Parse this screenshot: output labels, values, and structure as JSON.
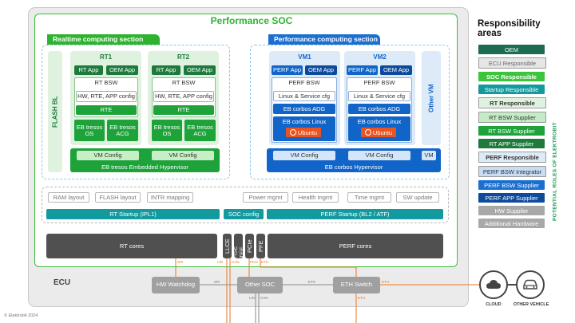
{
  "title": "Performance SOC",
  "ecu_label": "ECU",
  "copyright": "© Elektrobit 2024",
  "realtime": {
    "section_title": "Realtime computing section",
    "flash_bl": "FLASH BL",
    "partitions": [
      {
        "name": "RT1",
        "rt_app": "RT App",
        "oem_app": "OEM App",
        "bsw": "RT BSW",
        "hw_config": "HW, RTE, APP config",
        "rte": "RTE",
        "os": "EB tresos OS",
        "acg": "EB tresos ACG"
      },
      {
        "name": "RT2",
        "rt_app": "RT App",
        "oem_app": "OEM App",
        "bsw": "RT BSW",
        "hw_config": "HW, RTE, APP config",
        "rte": "RTE",
        "os": "EB tresos OS",
        "acg": "EB tresos ACG"
      }
    ],
    "vm_config_1": "VM Config",
    "vm_config_2": "VM Config",
    "hypervisor": "EB tresos Embedded Hypervisor"
  },
  "performance": {
    "section_title": "Performance computing section",
    "vms": [
      {
        "name": "VM1",
        "perf_app": "PERF App",
        "oem_app": "OEM App",
        "bsw": "PERF BSW",
        "linux_cfg": "Linux & Service cfg",
        "adg": "EB corbos ADG",
        "linux": "EB corbos Linux",
        "ubuntu": "Ubuntu"
      },
      {
        "name": "VM2",
        "perf_app": "PERF App",
        "oem_app": "OEM App",
        "bsw": "PERF BSW",
        "linux_cfg": "Linux & Service cfg",
        "adg": "EB corbos ADG",
        "linux": "EB corbos Linux",
        "ubuntu": "Ubuntu"
      }
    ],
    "other_vm": "Other VM",
    "vm_config_1": "VM Config",
    "vm_config_2": "VM Config",
    "vm": "VM",
    "hypervisor": "EB corbos Hypervisor"
  },
  "services": [
    "RAM layout",
    "FLASH layout",
    "INTR mapping",
    "Power mgmt",
    "Health mgmt",
    "Time mgmt",
    "SW update"
  ],
  "startup": {
    "rt": "RT Startup (IPL1)",
    "soc": "SOC config",
    "perf": "PERF Startup (BL2 / ATF)"
  },
  "cores": {
    "rt": "RT cores",
    "perf": "PERF cores",
    "vertical": [
      "LLCE",
      "HSE TEE",
      "PCIe",
      "PFE"
    ]
  },
  "hardware": {
    "watchdog": "HW Watchdog",
    "other_soc": "Other SOC",
    "eth_switch": "ETH Switch"
  },
  "bus_labels": {
    "spi_top": "SPI",
    "lin": "LIN",
    "can": "CAN",
    "pcie": "PCIe",
    "eth": "ETH",
    "spi_mid": "SPI",
    "eth_mid": "ETH",
    "eth_out": "ETH",
    "eth_down": "ETH",
    "lin_bottom": "LIN",
    "can_bottom": "CAN"
  },
  "external": {
    "cloud": "CLOUD",
    "other_vehicle": "OTHER VEHICLE"
  },
  "legend": {
    "title": "Responsibility areas",
    "side_label": "POTENTIAL ROLES OF ELEKTROBIT",
    "items": [
      {
        "label": "OEM",
        "bg": "#1c6b52",
        "fg": "#ffffff",
        "bold": false
      },
      {
        "label": "ECU Responsible",
        "bg": "#e6e6e6",
        "fg": "#666666",
        "bold": false
      },
      {
        "label": "SOC Responsible",
        "bg": "#3cc43c",
        "fg": "#ffffff",
        "bold": true
      },
      {
        "label": "Startup Responsible",
        "bg": "#139a9e",
        "fg": "#ffffff",
        "bold": false
      },
      {
        "label": "RT Responsible",
        "bg": "#dff2df",
        "fg": "#333333",
        "bold": true
      },
      {
        "label": "RT BSW Supplier",
        "bg": "#c4ecc4",
        "fg": "#333333",
        "bold": false
      },
      {
        "label": "RT BSW Supplier",
        "bg": "#1da33a",
        "fg": "#ffffff",
        "bold": false
      },
      {
        "label": "RT APP Supplier",
        "bg": "#1e7a3c",
        "fg": "#ffffff",
        "bold": false
      },
      {
        "label": "PERF Responsible",
        "bg": "#ddeaf8",
        "fg": "#333333",
        "bold": true
      },
      {
        "label": "PERF BSW Integrator",
        "bg": "#c8dcf4",
        "fg": "#333333",
        "bold": false
      },
      {
        "label": "PERF BSW Supplier",
        "bg": "#1a6fd0",
        "fg": "#ffffff",
        "bold": false
      },
      {
        "label": "PERF APP Supplier",
        "bg": "#0d4a9c",
        "fg": "#ffffff",
        "bold": false
      },
      {
        "label": "HW Supplier",
        "bg": "#a8a8a8",
        "fg": "#ffffff",
        "bold": false
      },
      {
        "label": "Additional Hardware",
        "bg": "#a8a8a8",
        "fg": "#ffffff",
        "bold": false
      }
    ]
  },
  "colors": {
    "soc_border": "#3bbd3b",
    "rt_dark": "#1e7a3c",
    "rt_green": "#1da33a",
    "perf_blue": "#1265c8",
    "startup_teal": "#129a9e",
    "bus_orange": "#e87722",
    "ubuntu": "#e95420"
  }
}
